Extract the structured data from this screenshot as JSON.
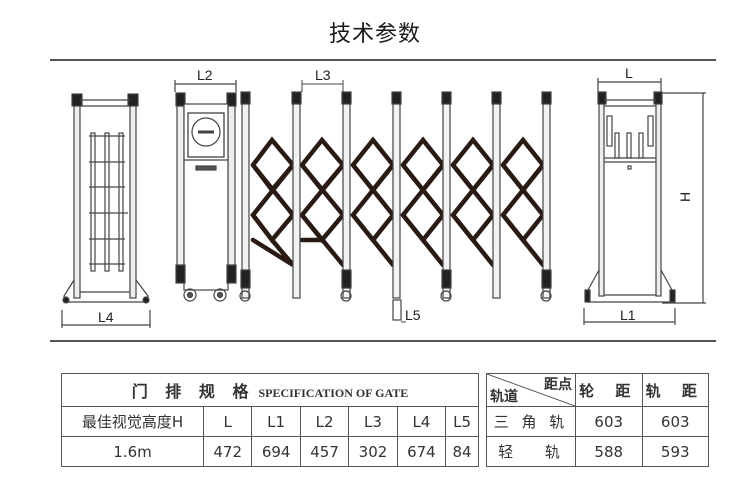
{
  "title": "技术参数",
  "drawing": {
    "labels": {
      "L": "L",
      "L1": "L1",
      "L2": "L2",
      "L3": "L3",
      "L4": "L4",
      "L5": "L5",
      "H": "H"
    }
  },
  "spec_table": {
    "header_cn": "门 排 规 格",
    "header_en": "SPECIFICATION OF GATE",
    "columns": [
      "最佳视觉高度H",
      "L",
      "L1",
      "L2",
      "L3",
      "L4",
      "L5"
    ],
    "row": [
      "1.6m",
      "472",
      "694",
      "457",
      "302",
      "674",
      "84"
    ]
  },
  "track_table": {
    "corner_top": "距点",
    "corner_bottom": "轨道",
    "columns": [
      "轮 距",
      "轨 距"
    ],
    "rows": [
      {
        "name": "三 角 轨",
        "values": [
          "603",
          "603"
        ]
      },
      {
        "name": "轻　 轨",
        "values": [
          "588",
          "593"
        ]
      }
    ]
  }
}
